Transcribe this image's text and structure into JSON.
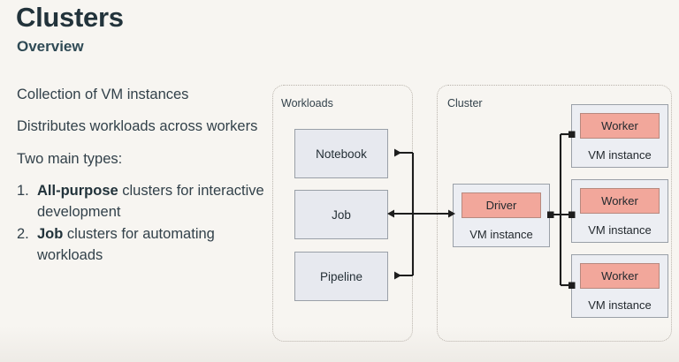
{
  "slide": {
    "title": "Clusters",
    "subtitle": "Overview",
    "background_color": "#f7f5f1",
    "title_color": "#22333b",
    "accent_color": "#f2a79b",
    "node_color": "#eceef3",
    "workload_box_color": "#e7e9ef"
  },
  "body": {
    "paragraphs": [
      "Collection of VM instances",
      "Distributes workloads across workers",
      "Two main types:"
    ],
    "list": [
      {
        "number": "1.",
        "bold": "All-purpose",
        "rest": " clusters for interactive development"
      },
      {
        "number": "2.",
        "bold": "Job",
        "rest": " clusters for automating workloads"
      }
    ]
  },
  "diagram": {
    "workloads_panel": {
      "label": "Workloads",
      "items": [
        {
          "label": "Notebook"
        },
        {
          "label": "Job"
        },
        {
          "label": "Pipeline"
        }
      ]
    },
    "cluster_panel": {
      "label": "Cluster",
      "driver": {
        "role": "Driver",
        "sublabel": "VM instance"
      },
      "workers": [
        {
          "role": "Worker",
          "sublabel": "VM instance"
        },
        {
          "role": "Worker",
          "sublabel": "VM instance"
        },
        {
          "role": "Worker",
          "sublabel": "VM instance"
        }
      ]
    }
  }
}
